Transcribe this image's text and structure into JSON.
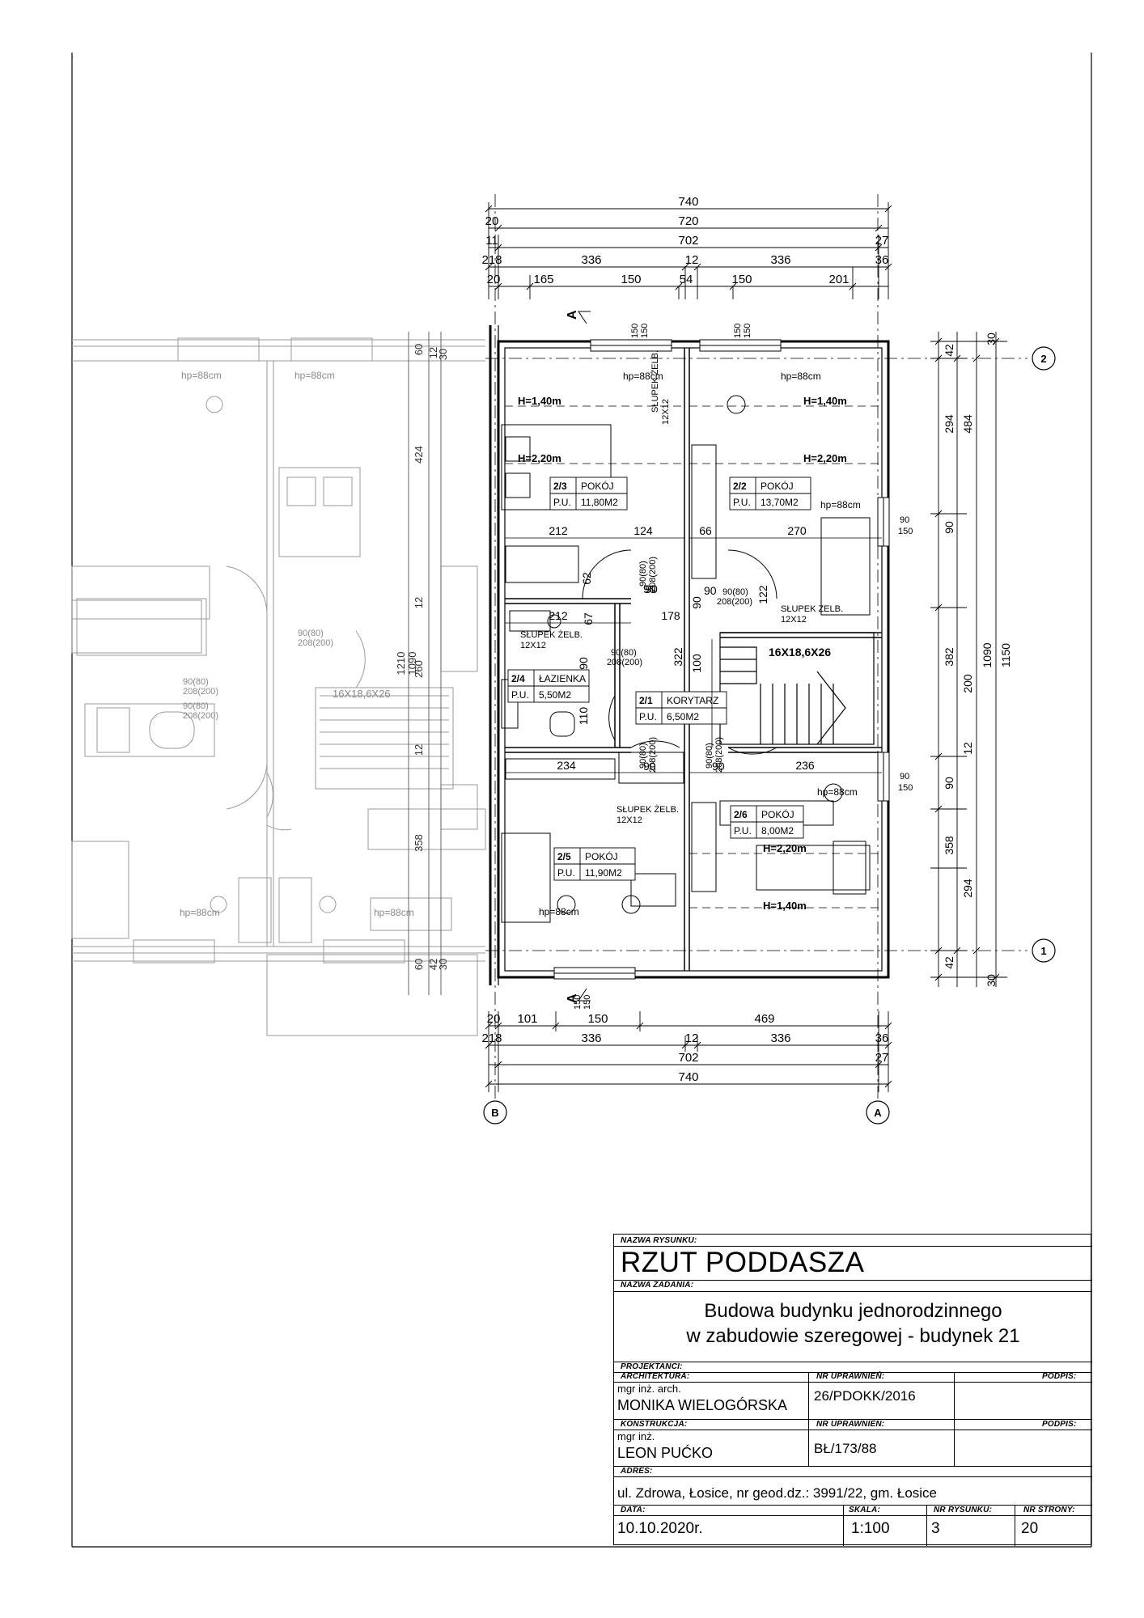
{
  "plan": {
    "dims_top": [
      "740",
      "20",
      "720",
      "11",
      "702",
      "27",
      "218",
      "336",
      "12",
      "336",
      "36",
      "20",
      "165",
      "150",
      "54",
      "150",
      "201"
    ],
    "dims_bottom": [
      "20",
      "101",
      "150",
      "469",
      "218",
      "336",
      "12",
      "336",
      "36",
      "27",
      "702",
      "740"
    ],
    "dims_right": [
      "30",
      "42",
      "294",
      "484",
      "90",
      "382",
      "200",
      "1090",
      "1150",
      "12",
      "90",
      "358",
      "294",
      "42",
      "30"
    ],
    "dims_left_neighbor": [
      "60",
      "12",
      "30",
      "424",
      "12",
      "1210",
      "1090",
      "260",
      "12",
      "358",
      "60",
      "42",
      "30"
    ],
    "window_dims": [
      "150",
      "150",
      "150",
      "150",
      "150",
      "150"
    ],
    "axes": {
      "left": "B",
      "right": "A",
      "top": "2",
      "bottom": "1"
    },
    "section_marker": "A",
    "rooms": [
      {
        "num": "2/3",
        "name": "POKÓJ",
        "area": "11,80M2"
      },
      {
        "num": "2/2",
        "name": "POKÓJ",
        "area": "13,70M2"
      },
      {
        "num": "2/4",
        "name": "ŁAZIENKA",
        "area": "5,50M2"
      },
      {
        "num": "2/1",
        "name": "KORYTARZ",
        "area": "6,50M2"
      },
      {
        "num": "2/5",
        "name": "POKÓJ",
        "area": "11,90M2"
      },
      {
        "num": "2/6",
        "name": "POKÓJ",
        "area": "8,00M2"
      }
    ],
    "pu_label": "P.U.",
    "heights": {
      "h140": "H=1,40m",
      "h220": "H=2,20m"
    },
    "hp": "hp=88cm",
    "column_label": "SŁUPEK ŻELB.",
    "column_size": "12X12",
    "door_90_80": "90(80)",
    "door_208_200": "208(200)",
    "door_90": "90",
    "stairs": "16X18,6X26",
    "window_90": "90",
    "window_150": "150",
    "inner": [
      "212",
      "124",
      "66",
      "270",
      "62",
      "90",
      "122",
      "212",
      "178",
      "67",
      "90",
      "322",
      "100",
      "110",
      "234",
      "236",
      "90"
    ]
  },
  "title_block": {
    "drawing_name_caption": "NAZWA RYSUNKU:",
    "drawing_name": "RZUT PODDASZA",
    "task_caption": "NAZWA ZADANIA:",
    "task_line1": "Budowa budynku jednorodzinnego",
    "task_line2": "w zabudowie szeregowej - budynek 21",
    "designers_caption": "PROJEKTANCI:",
    "arch_caption": "ARCHITEKTURA:",
    "arch_title": "mgr inż. arch.",
    "arch_name": "MONIKA WIELOGÓRSKA",
    "arch_lic_caption": "NR UPRAWNIEŃ:",
    "arch_lic": "26/PDOKK/2016",
    "sign_caption_1": "PODPIS:",
    "constr_caption": "KONSTRUKCJA:",
    "constr_title": "mgr inż.",
    "constr_name": "LEON PUĆKO",
    "constr_lic_caption": "NR UPRAWNIEŃ:",
    "constr_lic": "BŁ/173/88",
    "sign_caption_2": "PODPIS:",
    "address_caption": "ADRES:",
    "address": "ul. Zdrowa, Łosice, nr geod.dz.: 3991/22, gm. Łosice",
    "date_caption": "DATA:",
    "date": "10.10.2020r.",
    "scale_caption": "SKALA:",
    "scale": "1:100",
    "drawing_no_caption": "NR RYSUNKU:",
    "drawing_no": "3",
    "page_no_caption": "NR STRONY:",
    "page_no": "20"
  }
}
